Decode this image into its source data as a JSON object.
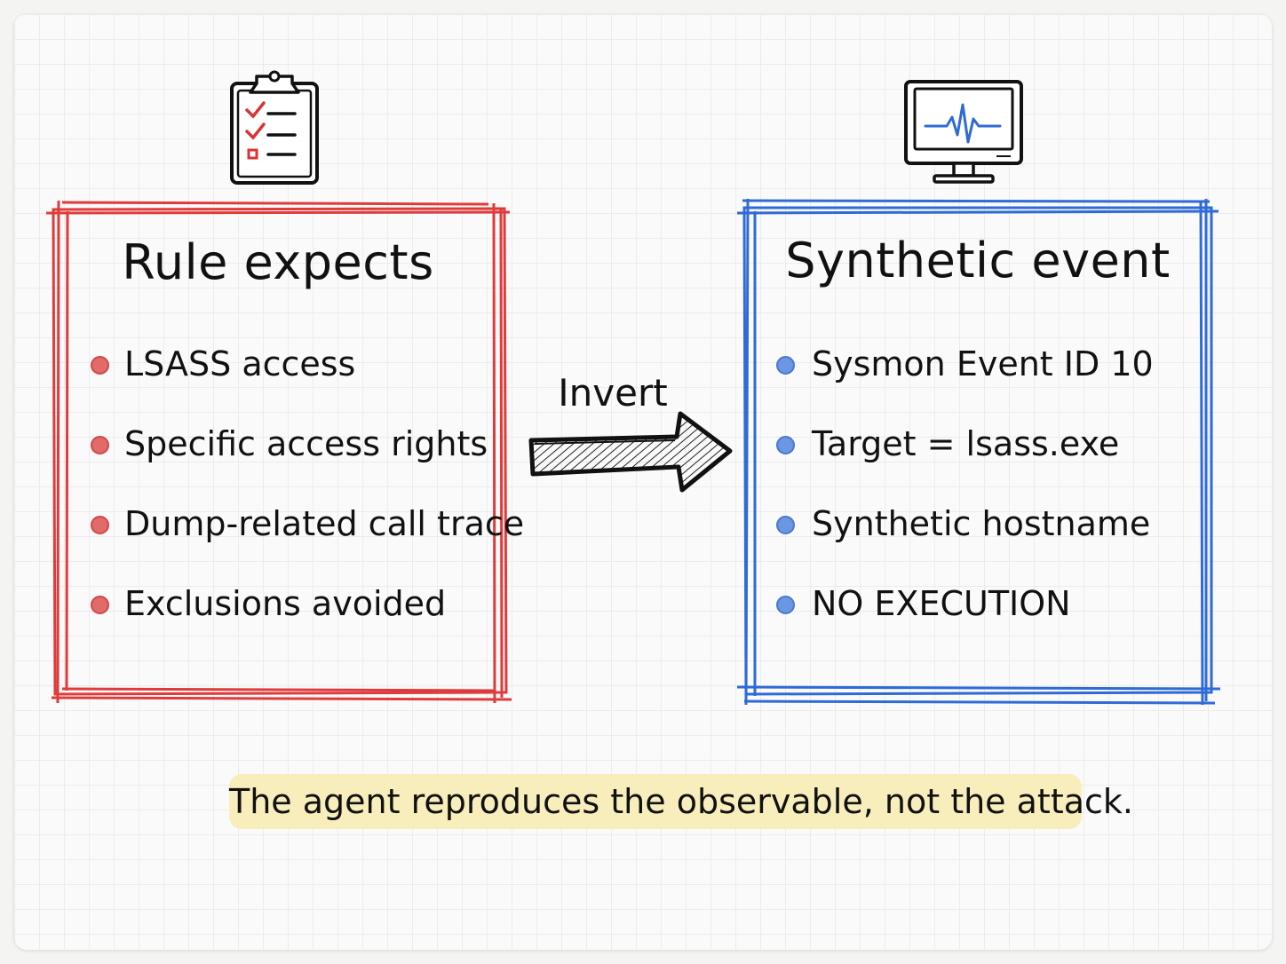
{
  "left_panel": {
    "title": "Rule expects",
    "color": "#e03b3b",
    "icon": "clipboard-checklist-icon",
    "items": [
      {
        "label": "LSASS access"
      },
      {
        "label": "Specific access rights"
      },
      {
        "label": "Dump-related call trace"
      },
      {
        "label": "Exclusions avoided"
      }
    ]
  },
  "arrow": {
    "label": "Invert",
    "icon": "right-arrow-icon"
  },
  "right_panel": {
    "title": "Synthetic event",
    "color": "#2f6bd6",
    "icon": "monitor-heartbeat-icon",
    "items": [
      {
        "label": "Sysmon Event ID 10"
      },
      {
        "label": "Target = lsass.exe"
      },
      {
        "label": "Synthetic hostname"
      },
      {
        "label": "NO EXECUTION"
      }
    ]
  },
  "caption": "The agent reproduces the observable, not the attack."
}
